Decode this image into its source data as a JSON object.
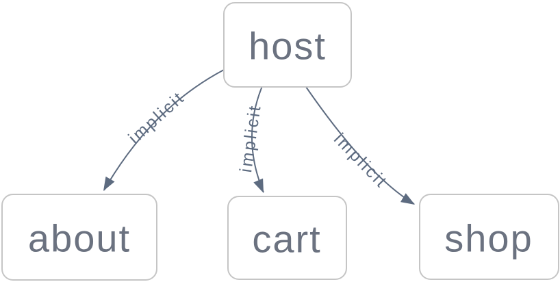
{
  "colors": {
    "node_border": "#c5c5c5",
    "node_fill": "#ffffff",
    "node_text": "#6b7280",
    "edge": "#5d6b80"
  },
  "graph": {
    "nodes": [
      {
        "id": "host",
        "label": "host"
      },
      {
        "id": "about",
        "label": "about"
      },
      {
        "id": "cart",
        "label": "cart"
      },
      {
        "id": "shop",
        "label": "shop"
      }
    ],
    "edges": [
      {
        "from": "host",
        "to": "about",
        "label": "implicit"
      },
      {
        "from": "host",
        "to": "cart",
        "label": "implicit"
      },
      {
        "from": "host",
        "to": "shop",
        "label": "implicit"
      }
    ]
  }
}
